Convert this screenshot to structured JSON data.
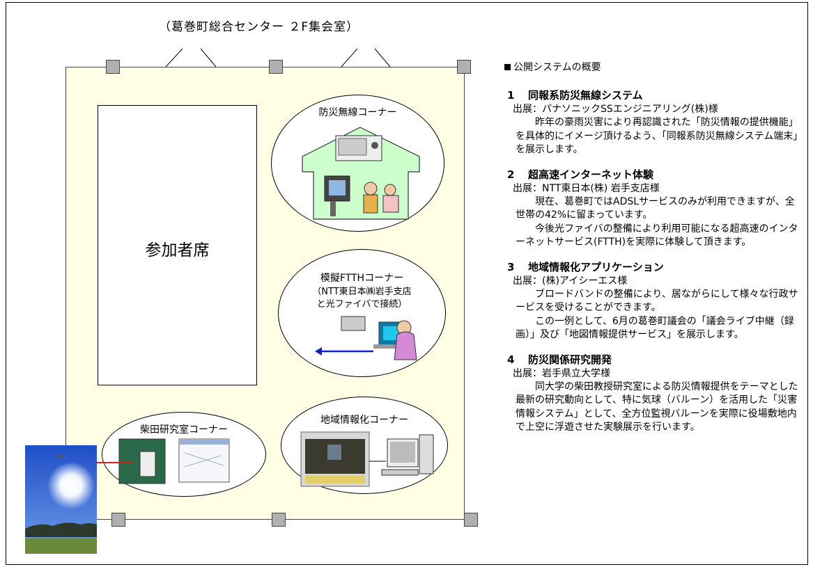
{
  "venue": "（葛巻町総合センター ２F集会室）",
  "floor": {
    "seats_label": "参加者席",
    "bousai_corner": "防災無線コーナー",
    "ftth_corner": {
      "title": "模擬FTTHコーナー",
      "sub1": "（NTT東日本㈱岩手支店",
      "sub2": "と光ファイバで接続）"
    },
    "chiiki_corner": "地域情報化コーナー",
    "shibata_corner": "柴田研究室コーナー"
  },
  "overview": {
    "heading": "公開システムの概要",
    "sections": [
      {
        "num": "1",
        "title": "同報系防災無線システム",
        "exhibitor": "出展：パナソニックSSエンジニアリング(株)様",
        "paragraphs": [
          "昨年の豪雨災害により再認識された「防災情報の提供機能」を具体的にイメージ頂けるよう、「同報系防災無線システム端末」を展示します。"
        ]
      },
      {
        "num": "2",
        "title": "超高速インターネット体験",
        "exhibitor": "出展：NTT東日本(株) 岩手支店様",
        "paragraphs": [
          "現在、葛巻町ではADSLサービスのみが利用できますが、全世帯の42%に留まっています。",
          "今後光ファイバの整備により利用可能になる超高速のインターネットサービス(FTTH)を実際に体験して頂きます。"
        ]
      },
      {
        "num": "3",
        "title": "地域情報化アプリケーション",
        "exhibitor": "出展：(株)アイシーエス様",
        "paragraphs": [
          "ブロードバンドの整備により、居ながらにして様々な行政サービスを受けることができます。",
          "この一例として、6月の葛巻町議会の「議会ライブ中継（録画）」及び「地図情報提供サービス」を展示します。"
        ]
      },
      {
        "num": "4",
        "title": "防災関係研究開発",
        "exhibitor": "出展：岩手県立大学様",
        "paragraphs": [
          "同大学の柴田教授研究室による防災情報提供をテーマとした最新の研究動向として、特に気球（バルーン）を活用した「災害情報システム」として、全方位監視バルーンを実際に役場敷地内で上空に浮遊させた実験展示を行います。"
        ]
      }
    ]
  }
}
